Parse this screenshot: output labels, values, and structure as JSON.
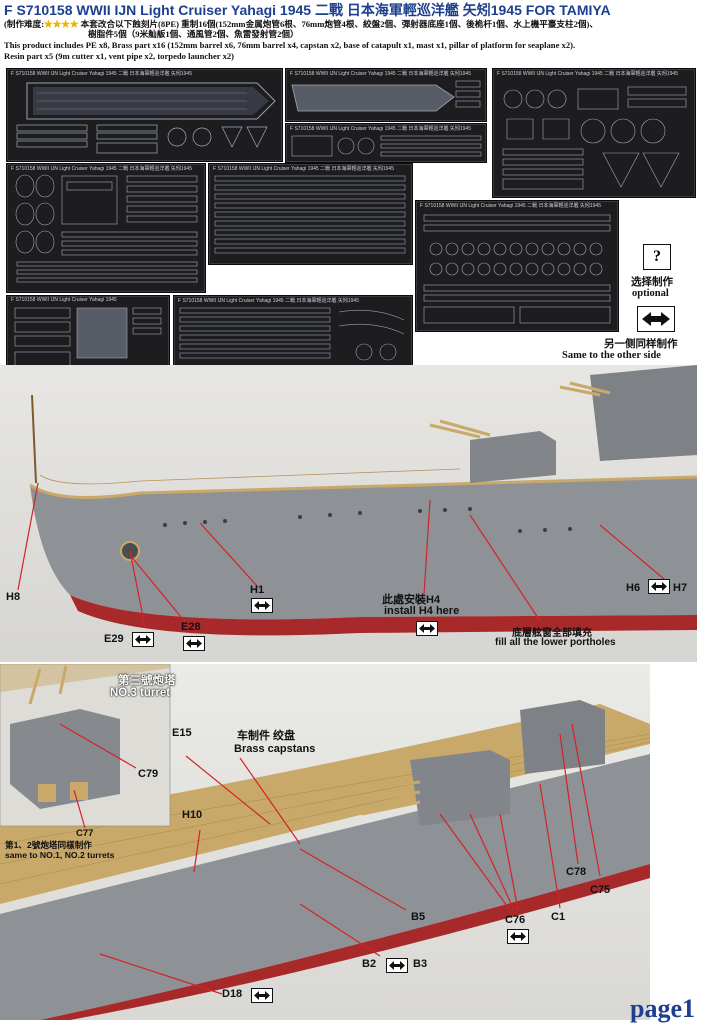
{
  "header": {
    "title": "F S710158 WWII IJN Light Cruiser Yahagi 1945 二戰 日本海軍輕巡洋艦 矢矧1945 FOR TAMIYA",
    "difficulty_label": "(制作难度:",
    "difficulty_stars": "★★★★",
    "cn_line1": "本套改合以下蝕刻片(8PE) 重制16個(152mm金属炮管6根、76mm炮管4根、絞盤2個、彈射器底座1個、後桅杆1個、水上機平臺支柱2個)、",
    "cn_line2": "樹脂件5個（9米舢舨1個、通風管2個、魚雷發射管2個）",
    "en_line1": "This product includes PE x8, Brass part x16 (152mm barrel x6, 76mm barrel x4,  capstan x2, base of catapult x1, mast x1, pillar of platform for seaplane x2).",
    "en_line2": "Resin part x5 (9m cutter x1, vent pipe x2, torpedo launcher x2)"
  },
  "frets": {
    "label_a": "F S710158 WWII IJN Light Cruiser Yahagi 1945 二戰 日本海軍輕巡洋艦 矢矧1945",
    "label_b": "F S710158 WWII IJN Light Cruiser Yahagi 1945 二戰 日本海軍輕巡洋艦 矢矧1945",
    "label_c": "F S710158 WWII IJN Light Cruiser Yahagi 1945 二戰 日本海軍輕巡洋艦 矢矧1945",
    "label_d": "F S710158 WWII IJN Light Cruiser Yahagi 1945 二戰 日本海軍輕巡洋艦 矢矧1945",
    "label_e": "F S710158 WWII IJN Light Cruiser Yahagi 1945 二戰 日本海軍輕巡洋艦 矢矧1945",
    "label_f": "F S710158 WWII IJN Light Cruiser Yahagi 1945 二戰 日本海軍輕巡洋艦 矢矧1945",
    "label_g": "F S710158 WWII IJN Light Cruiser Yahagi 1945",
    "label_h": "F S710158 WWII IJN Light Cruiser Yahagi 1945 二戰 日本海軍輕巡洋艦 矢矧1945"
  },
  "legend": {
    "q_mark": "?",
    "optional_cn": "选择制作",
    "optional_en": "optional",
    "other_side_cn": "另一侧同样制作",
    "other_side_en": "Same to the other side"
  },
  "photo1": {
    "h8": "H8",
    "h1": "H1",
    "e29": "E29",
    "e28": "E28",
    "install_cn": "此處安裝H4",
    "install_en": "install H4 here",
    "portholes_cn": "底層舷窗全部填充",
    "portholes_en": "fill all the lower portholes",
    "h6": "H6",
    "h7": "H7"
  },
  "photo2": {
    "turret_cn": "第三號炮塔",
    "turret_en": "NO.3 turret",
    "c79": "C79",
    "c77": "C77",
    "same_cn": "第1、2號炮塔同樣制作",
    "same_en": "same to NO.1, NO.2 turrets",
    "e15": "E15",
    "capstan_cn": "车制件 绞盘",
    "capstan_en": "Brass capstans",
    "h10": "H10",
    "b5": "B5",
    "c76": "C76",
    "c1": "C1",
    "c78": "C78",
    "c75": "C75",
    "b2": "B2",
    "b3": "B3",
    "d18": "D18"
  },
  "footer": {
    "page": "page1"
  },
  "colors": {
    "title_blue": "#1c3f8f",
    "label_red": "#d2232a",
    "hull_gray": "#8e9296",
    "deck_gold": "#c8a96a"
  }
}
